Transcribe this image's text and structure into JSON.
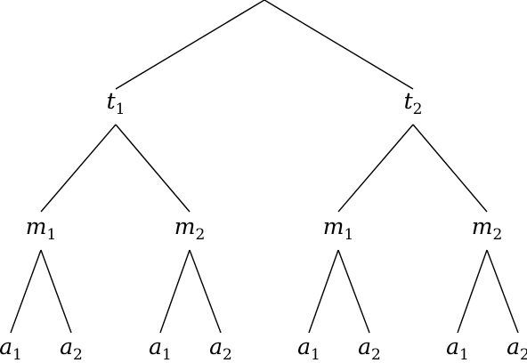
{
  "tree": {
    "label": "",
    "children": [
      {
        "label": "t",
        "sub": "1",
        "children": [
          {
            "label": "m",
            "sub": "1",
            "children": [
              {
                "label": "a",
                "sub": "1"
              },
              {
                "label": "a",
                "sub": "2"
              }
            ]
          },
          {
            "label": "m",
            "sub": "2",
            "children": [
              {
                "label": "a",
                "sub": "1"
              },
              {
                "label": "a",
                "sub": "2"
              }
            ]
          }
        ]
      },
      {
        "label": "t",
        "sub": "2",
        "children": [
          {
            "label": "m",
            "sub": "1",
            "children": [
              {
                "label": "a",
                "sub": "1"
              },
              {
                "label": "a",
                "sub": "2"
              }
            ]
          },
          {
            "label": "m",
            "sub": "2",
            "children": [
              {
                "label": "a",
                "sub": "1"
              },
              {
                "label": "a",
                "sub": "2"
              }
            ]
          }
        ]
      }
    ]
  }
}
